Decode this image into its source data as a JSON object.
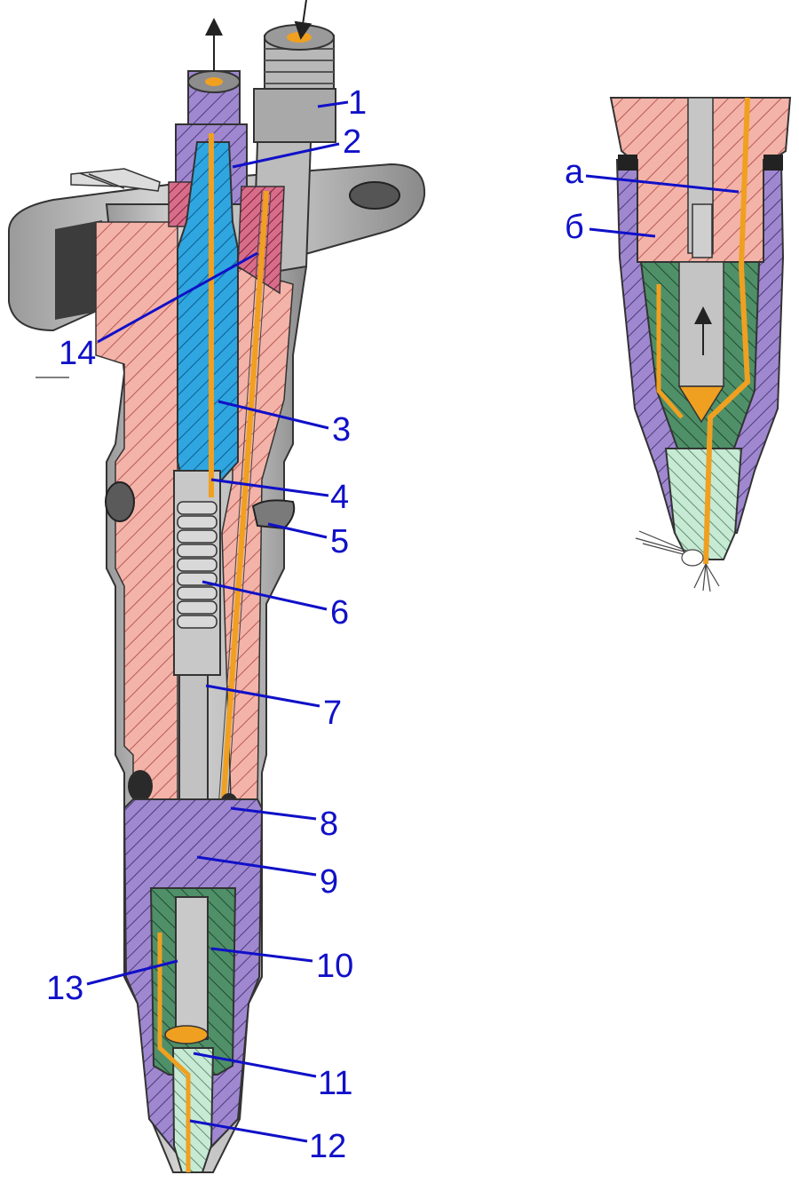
{
  "diagram": {
    "callouts": [
      {
        "id": "1",
        "text": "1"
      },
      {
        "id": "2",
        "text": "2"
      },
      {
        "id": "3",
        "text": "3"
      },
      {
        "id": "4",
        "text": "4"
      },
      {
        "id": "5",
        "text": "5"
      },
      {
        "id": "6",
        "text": "6"
      },
      {
        "id": "7",
        "text": "7"
      },
      {
        "id": "8",
        "text": "8"
      },
      {
        "id": "9",
        "text": "9"
      },
      {
        "id": "10",
        "text": "10"
      },
      {
        "id": "11",
        "text": "11"
      },
      {
        "id": "12",
        "text": "12"
      },
      {
        "id": "13",
        "text": "13"
      },
      {
        "id": "14",
        "text": "14"
      }
    ],
    "detail_callouts": [
      {
        "id": "a",
        "text": "а"
      },
      {
        "id": "b",
        "text": "б"
      }
    ],
    "colors": {
      "label": "#1010c8",
      "body_red": "#f0aaa0",
      "body_purple": "#9b83c9",
      "body_blue": "#2aa0dc",
      "body_green": "#4a8a62",
      "body_mint": "#bfe6cf",
      "fuel": "#f0a020",
      "housing_grey": "#c4c4c4"
    }
  }
}
